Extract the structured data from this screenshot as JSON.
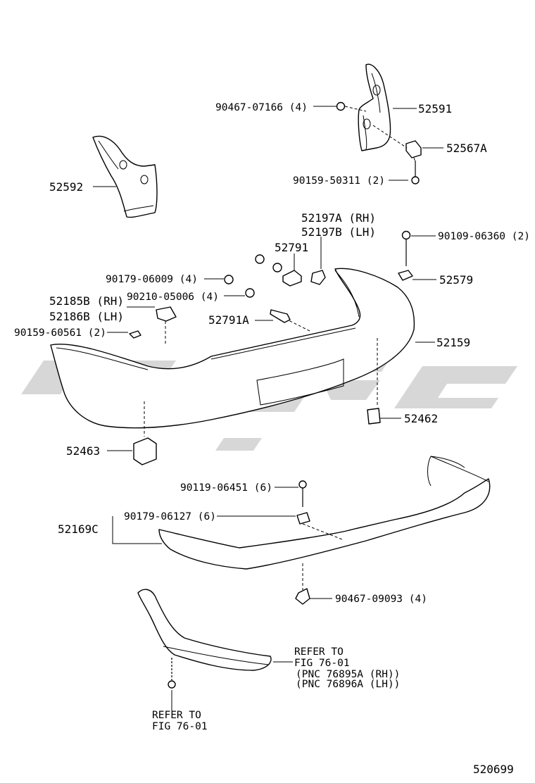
{
  "diagram": {
    "part_labels": {
      "p90467_07166": "90467-07166 (4)",
      "p52591": "52591",
      "p52567A": "52567A",
      "p90159_50311": "90159-50311 (2)",
      "p52592": "52592",
      "p52197A": "52197A (RH)",
      "p52197B": "52197B (LH)",
      "p52791": "52791",
      "p90109_06360": "90109-06360 (2)",
      "p90179_06009": "90179-06009 (4)",
      "p52579": "52579",
      "p52185B": "52185B (RH)",
      "p90210_05006": "90210-05006 (4)",
      "p52186B": "52186B (LH)",
      "p52791A": "52791A",
      "p90159_60561": "90159-60561 (2)",
      "p52159": "52159",
      "p52462": "52462",
      "p52463": "52463",
      "p90119_06451": "90119-06451 (6)",
      "p90179_06127": "90179-06127 (6)",
      "p52169C": "52169C",
      "p90467_09093": "90467-09093 (4)"
    },
    "refer_notes": {
      "right_line1": "REFER TO",
      "right_line2": "FIG 76-01",
      "right_line3": "(PNC 76895A (RH))",
      "right_line4": "(PNC 76896A (LH))",
      "bottom_line1": "REFER TO",
      "bottom_line2": "FIG 76-01"
    },
    "figure_id": "520699"
  },
  "colors": {
    "line": "#000000",
    "background": "#ffffff",
    "watermark": "#d7d7d7"
  }
}
